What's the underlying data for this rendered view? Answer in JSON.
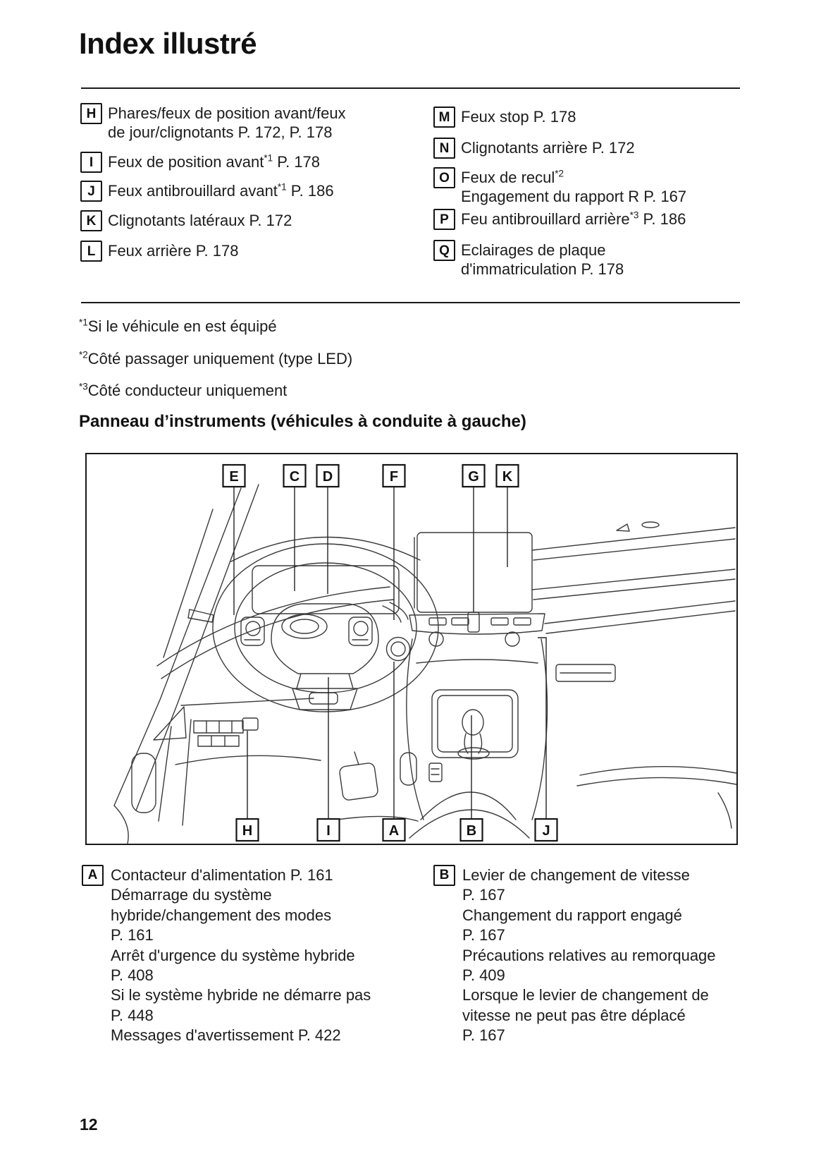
{
  "page": {
    "title": "Index illustré",
    "number": "12"
  },
  "legend_top": {
    "left": [
      {
        "key": "H",
        "line1": "Phares/feux de position avant/feux",
        "line2": "de jour/clignotants P. 172, P. 178"
      },
      {
        "key": "I",
        "pre": "Feux de position avant",
        "sup": "*1",
        "post": " P. 178"
      },
      {
        "key": "J",
        "pre": "Feux antibrouillard avant",
        "sup": "*1",
        "post": " P. 186"
      },
      {
        "key": "K",
        "text": "Clignotants latéraux P. 172"
      },
      {
        "key": "L",
        "text": "Feux arrière P. 178"
      }
    ],
    "right": [
      {
        "key": "M",
        "text": "Feux stop P. 178"
      },
      {
        "key": "N",
        "text": "Clignotants arrière P. 172"
      },
      {
        "key": "O",
        "pre": "Feux de recul",
        "sup": "*2",
        "line2": "Engagement du rapport R P. 167"
      },
      {
        "key": "P",
        "pre": "Feu antibrouillard arrière",
        "sup": "*3",
        "post": " P. 186"
      },
      {
        "key": "Q",
        "line1": "Eclairages de plaque",
        "line2": "d'immatriculation P. 178"
      }
    ]
  },
  "footnotes": [
    {
      "sup": "*1",
      "text": "Si le véhicule en est équipé"
    },
    {
      "sup": "*2",
      "text": "Côté passager uniquement (type LED)"
    },
    {
      "sup": "*3",
      "text": "Côté conducteur uniquement"
    }
  ],
  "section_heading": "Panneau d’instruments (véhicules à conduite à gauche)",
  "diagram": {
    "top_labels": [
      "E",
      "C",
      "D",
      "F",
      "G",
      "K"
    ],
    "bottom_labels": [
      "H",
      "I",
      "A",
      "B",
      "J"
    ]
  },
  "legend_bottom": {
    "a": {
      "key": "A",
      "lines": [
        "Contacteur d'alimentation P. 161",
        "Démarrage du système",
        "hybride/changement des modes",
        "P. 161",
        "Arrêt d'urgence du système hybride",
        "P. 408",
        "Si le système hybride ne démarre pas",
        "P. 448",
        "Messages d'avertissement P. 422"
      ]
    },
    "b": {
      "key": "B",
      "lines": [
        "Levier de changement de vitesse",
        "P. 167",
        "Changement du rapport engagé",
        "P. 167",
        "Précautions relatives au remorquage",
        "P. 409",
        "Lorsque le levier de changement de",
        "vitesse ne peut pas être déplacé",
        "P. 167"
      ]
    }
  }
}
